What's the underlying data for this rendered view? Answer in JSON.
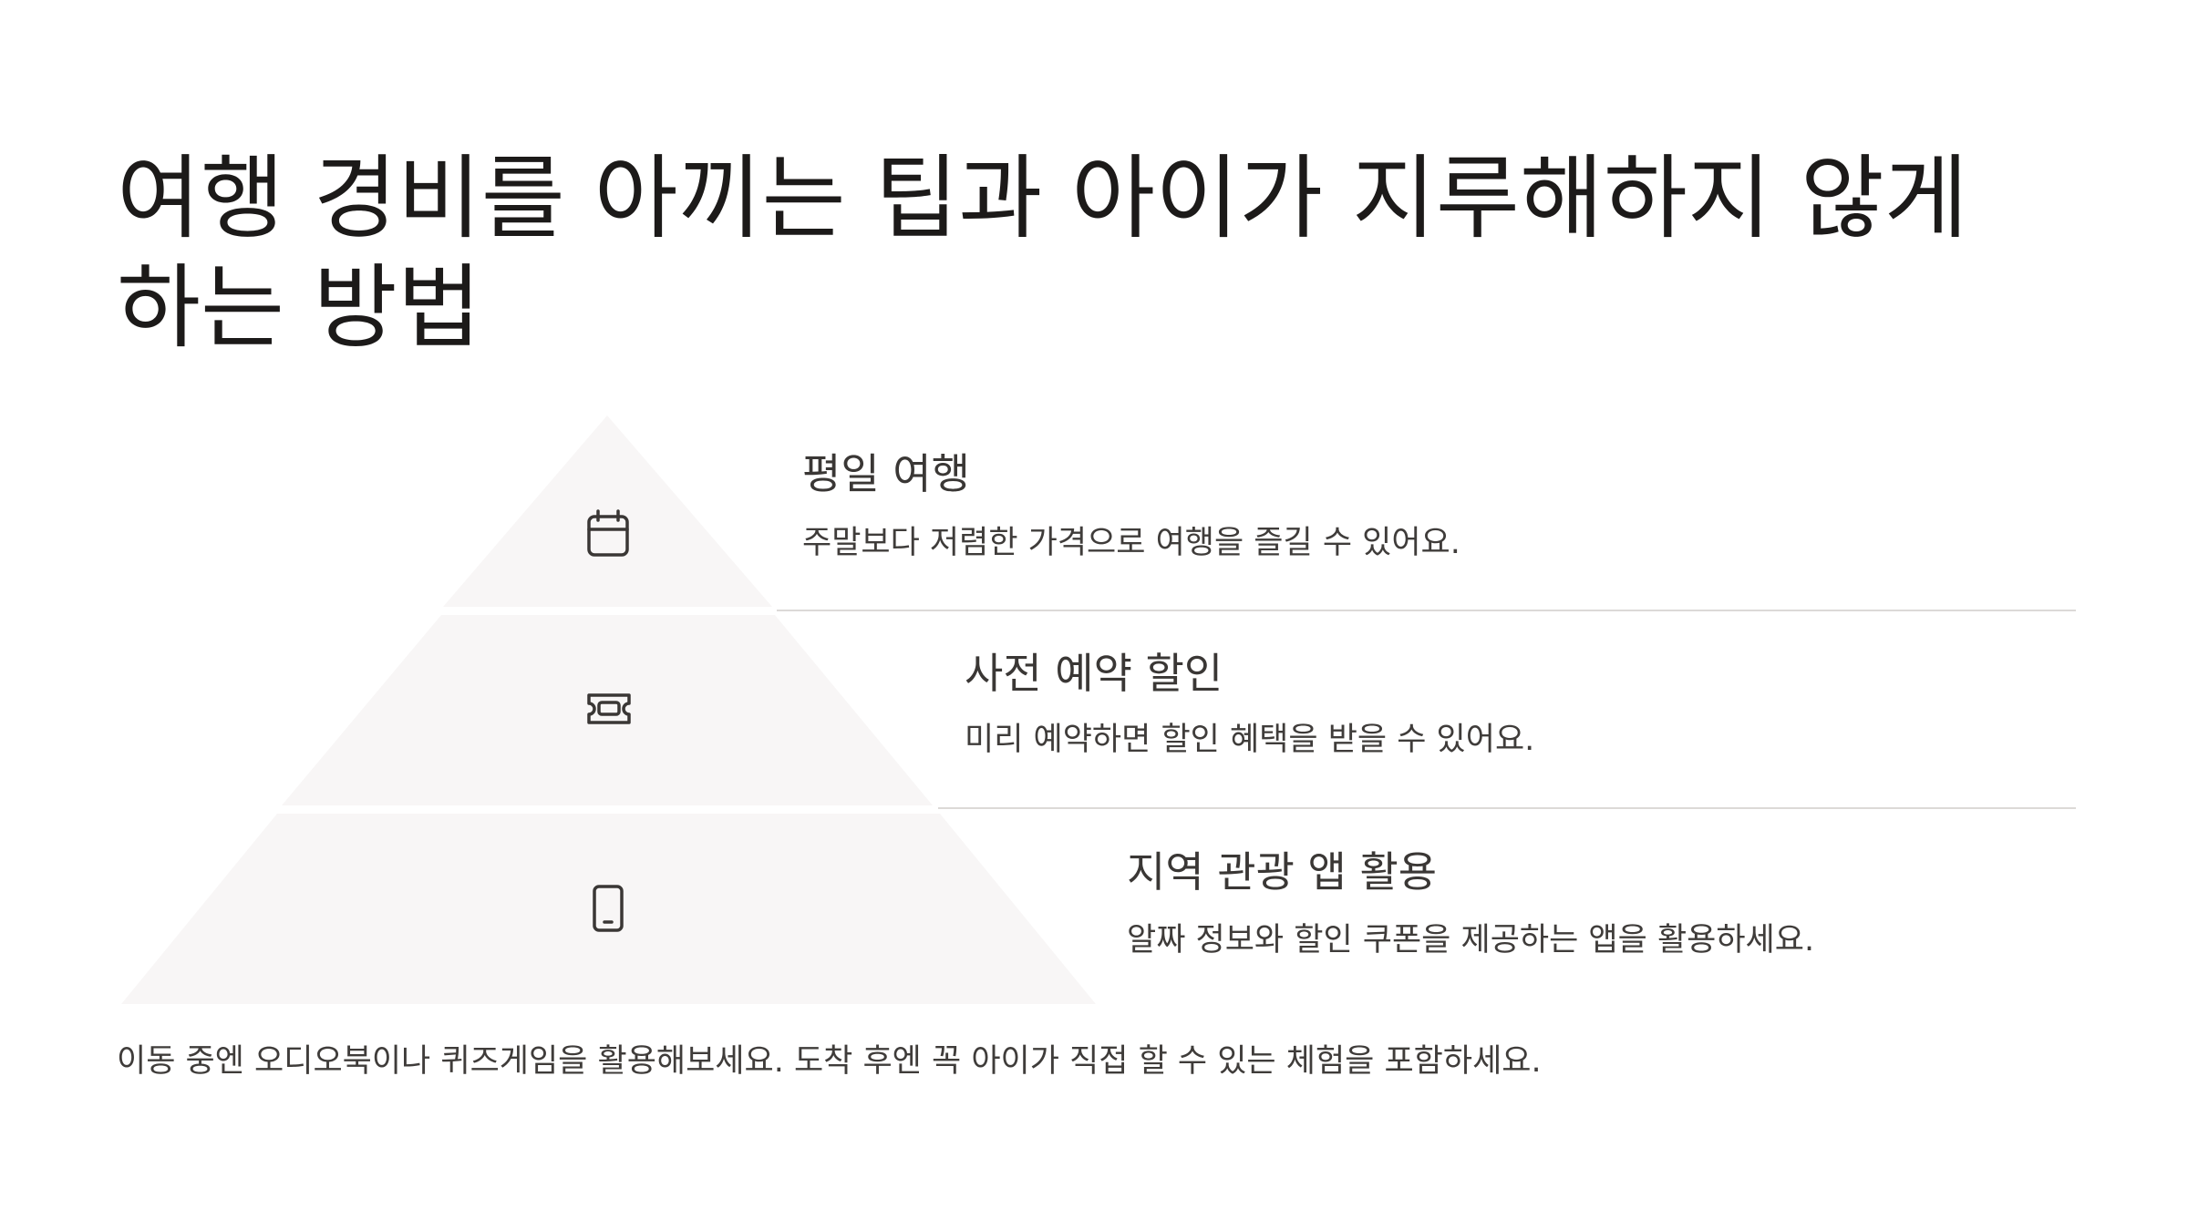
{
  "title": "여행 경비를 아끼는 팁과 아이가 지루해하지 않게 하는 방법",
  "tiers": [
    {
      "icon": "calendar-icon",
      "heading": "평일 여행",
      "description": "주말보다 저렴한 가격으로 여행을 즐길 수 있어요."
    },
    {
      "icon": "ticket-icon",
      "heading": "사전 예약 할인",
      "description": "미리 예약하면 할인 혜택을 받을 수 있어요."
    },
    {
      "icon": "smartphone-icon",
      "heading": "지역 관광 앱 활용",
      "description": "알짜 정보와 할인 쿠폰을 제공하는 앱을 활용하세요."
    }
  ],
  "footer": "이동 중엔 오디오북이나 퀴즈게임을 활용해보세요. 도착 후엔 꼭 아이가 직접 할 수 있는 체험을 포함하세요.",
  "colors": {
    "pyramid_fill": "#f8f6f6",
    "divider": "#dcd9d7",
    "icon_stroke": "#3a3735",
    "text": "#1c1a19"
  }
}
